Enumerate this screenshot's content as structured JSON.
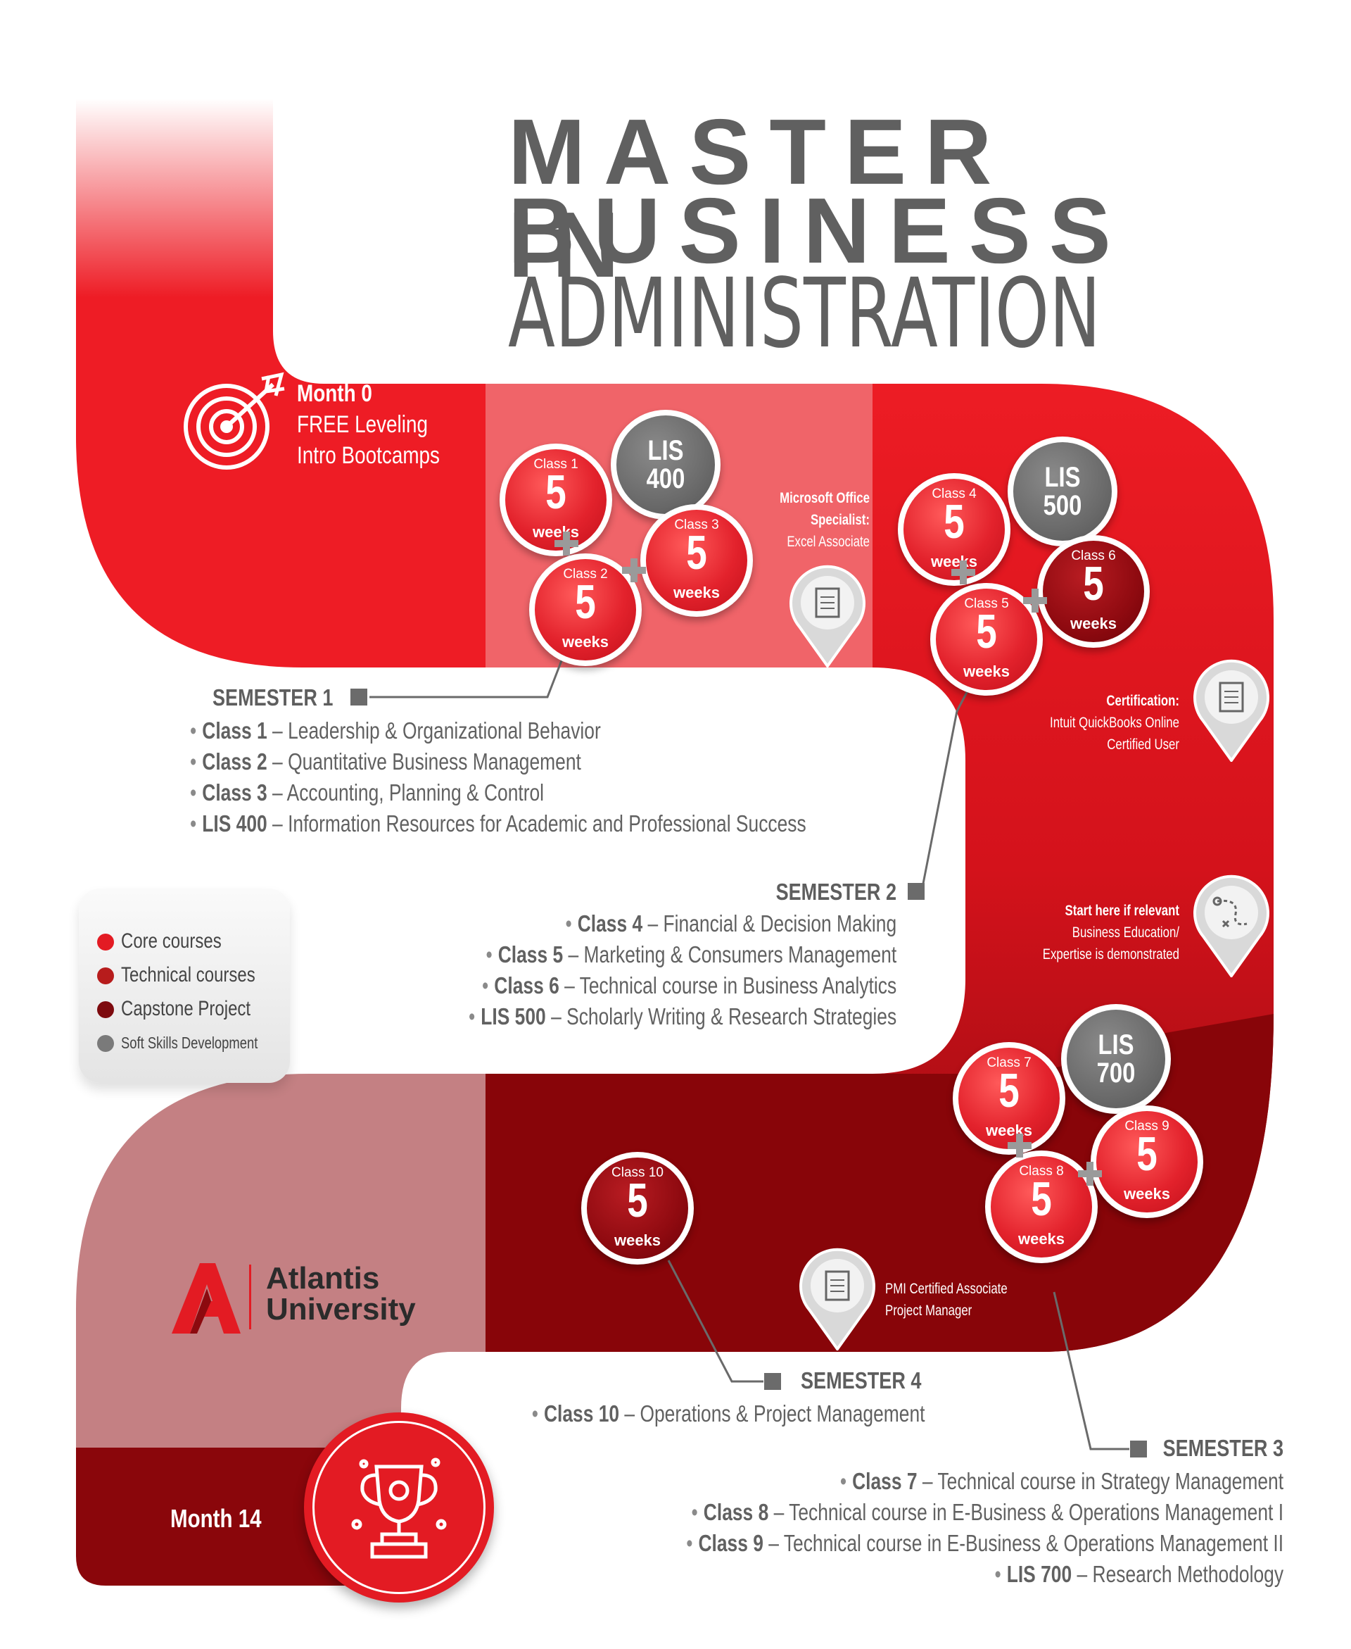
{
  "title": {
    "line1": "MASTER IN",
    "line2": "BUSINESS",
    "line3": "ADMINISTRATION"
  },
  "start": {
    "month": "Month 0",
    "line2": "FREE Leveling",
    "line3": "Intro Bootcamps"
  },
  "end": {
    "month": "Month 14"
  },
  "logo": {
    "line1": "Atlantis",
    "line2": "University"
  },
  "colors": {
    "core": "#e31b23",
    "technical": "#b71c1c",
    "capstone": "#8c0a0f",
    "soft_skills": "#6e6e6e"
  },
  "circles": [
    {
      "class_label": "Class 1",
      "number": "5",
      "unit": "weeks"
    },
    {
      "class_label": "Class 2",
      "number": "5",
      "unit": "weeks"
    },
    {
      "class_label": "Class 3",
      "number": "5",
      "unit": "weeks"
    },
    {
      "class_label": "Class 4",
      "number": "5",
      "unit": "weeks"
    },
    {
      "class_label": "Class 5",
      "number": "5",
      "unit": "weeks"
    },
    {
      "class_label": "Class 6",
      "number": "5",
      "unit": "weeks"
    },
    {
      "class_label": "Class 7",
      "number": "5",
      "unit": "weeks"
    },
    {
      "class_label": "Class 8",
      "number": "5",
      "unit": "weeks"
    },
    {
      "class_label": "Class 9",
      "number": "5",
      "unit": "weeks"
    },
    {
      "class_label": "Class 10",
      "number": "5",
      "unit": "weeks"
    }
  ],
  "lis_badges": [
    {
      "line1": "LIS",
      "line2": "400"
    },
    {
      "line1": "LIS",
      "line2": "500"
    },
    {
      "line1": "LIS",
      "line2": "700"
    }
  ],
  "certifications": [
    {
      "line1": "Microsoft Office",
      "line2": "Specialist:",
      "line3": "Excel Associate",
      "icon": "certificate-scroll-icon"
    },
    {
      "line1": "Certification:",
      "line2": "Intuit QuickBooks Online",
      "line3": "Certified User",
      "icon": "certificate-scroll-icon"
    },
    {
      "line1": "Start here if relevant",
      "line2": "Business Education/",
      "line3": "Expertise is demonstrated",
      "icon": "route-path-icon"
    },
    {
      "line1": "PMI Certified Associate",
      "line2": "Project Manager",
      "icon": "certificate-scroll-icon"
    }
  ],
  "semesters": [
    {
      "title": "SEMESTER 1",
      "courses": [
        {
          "code": "Class 1",
          "name": "Leadership & Organizational Behavior"
        },
        {
          "code": "Class 2",
          "name": "Quantitative Business Management"
        },
        {
          "code": "Class 3",
          "name": "Accounting, Planning & Control"
        },
        {
          "code": "LIS 400",
          "name": "Information Resources for Academic and Professional Success"
        }
      ]
    },
    {
      "title": "SEMESTER 2",
      "courses": [
        {
          "code": "Class 4",
          "name": "Financial & Decision Making"
        },
        {
          "code": "Class 5",
          "name": "Marketing & Consumers Management"
        },
        {
          "code": "Class 6",
          "name": "Technical course in Business Analytics"
        },
        {
          "code": "LIS 500",
          "name": "Scholarly Writing & Research Strategies"
        }
      ]
    },
    {
      "title": "SEMESTER 3",
      "courses": [
        {
          "code": "Class 7",
          "name": "Technical course in Strategy Management"
        },
        {
          "code": "Class 8",
          "name": "Technical course in E-Business & Operations Management I"
        },
        {
          "code": "Class 9",
          "name": "Technical course in E-Business & Operations Management II"
        },
        {
          "code": "LIS 700",
          "name": "Research Methodology"
        }
      ]
    },
    {
      "title": "SEMESTER 4",
      "courses": [
        {
          "code": "Class 10",
          "name": "Operations & Project Management"
        }
      ]
    }
  ],
  "legend": [
    {
      "label": "Core courses",
      "color": "#e31b23"
    },
    {
      "label": "Technical courses",
      "color": "#b71c1c"
    },
    {
      "label": "Capstone Project",
      "color": "#7d0a0e"
    },
    {
      "label": "Soft Skills Development",
      "color": "#7a7a7a"
    }
  ]
}
